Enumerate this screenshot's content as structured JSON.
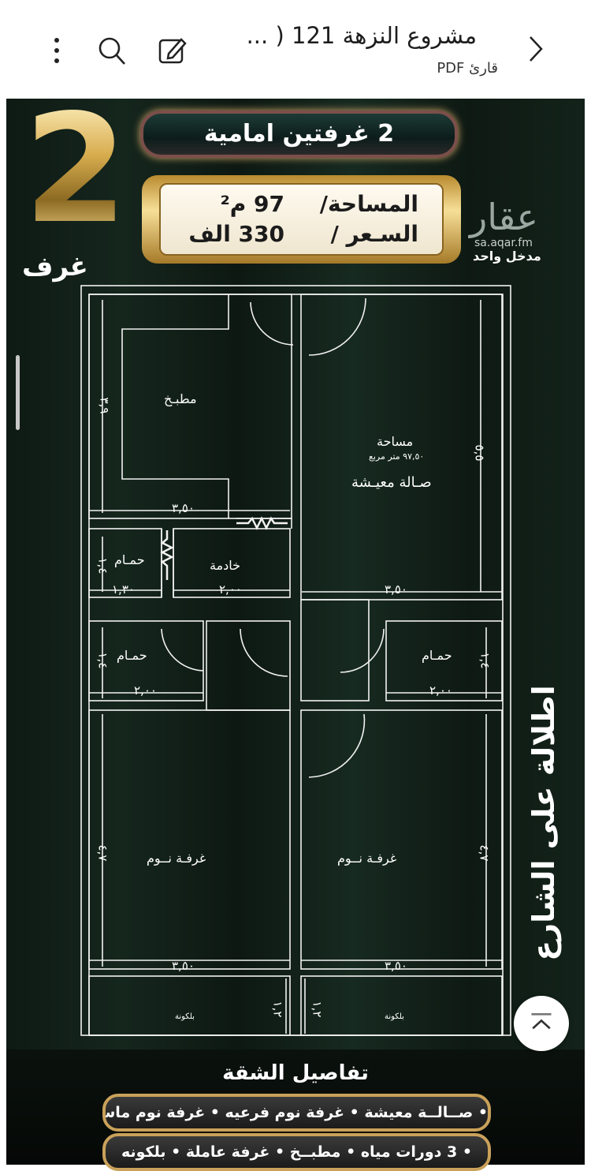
{
  "topbar": {
    "title": "مشروع النزهة 121 ( ...",
    "subtitle": "قارئ PDF",
    "icons": [
      "chevron-right-icon",
      "edit-icon",
      "search-icon",
      "more-vertical-icon"
    ]
  },
  "flyer": {
    "rooms_number": "2",
    "rooms_word": "غرف",
    "headline": "2 غرفتين  امامية",
    "area_label": "المساحة/",
    "area_value": "97 م²",
    "price_label": "السـعر /",
    "price_value": "330 الف",
    "brand": "عقار",
    "brand_url": "sa.aqar.fm",
    "entrance": "مدخل واحد",
    "street_view": "اطلالة على الشارع"
  },
  "plan": {
    "kitchen": "مطبـخ",
    "area_title": "مساحة",
    "area_value": "٩٧,٥٠ متر مربع",
    "living": "صـالة معيـشة",
    "maid": "خادمة",
    "bath": "حمـام",
    "bedroom": "غرفـة نــوم",
    "balcony": "بلكونة",
    "dims": {
      "kitchen_h": "٣,٩",
      "kitchen_w": "٣,٥٠",
      "living_h": "٥,٥",
      "living_w": "٣,٥٠",
      "bath1_h": "١,٤",
      "bath1_w": "١,٣٠",
      "maid_w": "٢,٠٠",
      "bath_h": "١,٤",
      "bath_w": "٢,٠٠",
      "bed_h": "٤,٧",
      "bed_w": "٣,٥٠",
      "balcony_h": "١,٢"
    }
  },
  "details": {
    "title": "تفاصيل الشقة",
    "line1": "• صــالــة معيشة • غرفة نوم فرعيه • غرفة نوم  ماستر",
    "line2": "• 3 دورات مياه   • مطبــخ   • غرفة عاملة   • بلكونه"
  },
  "colors": {
    "accent_gold": "#d9b45a",
    "background": "#0e1a14"
  }
}
